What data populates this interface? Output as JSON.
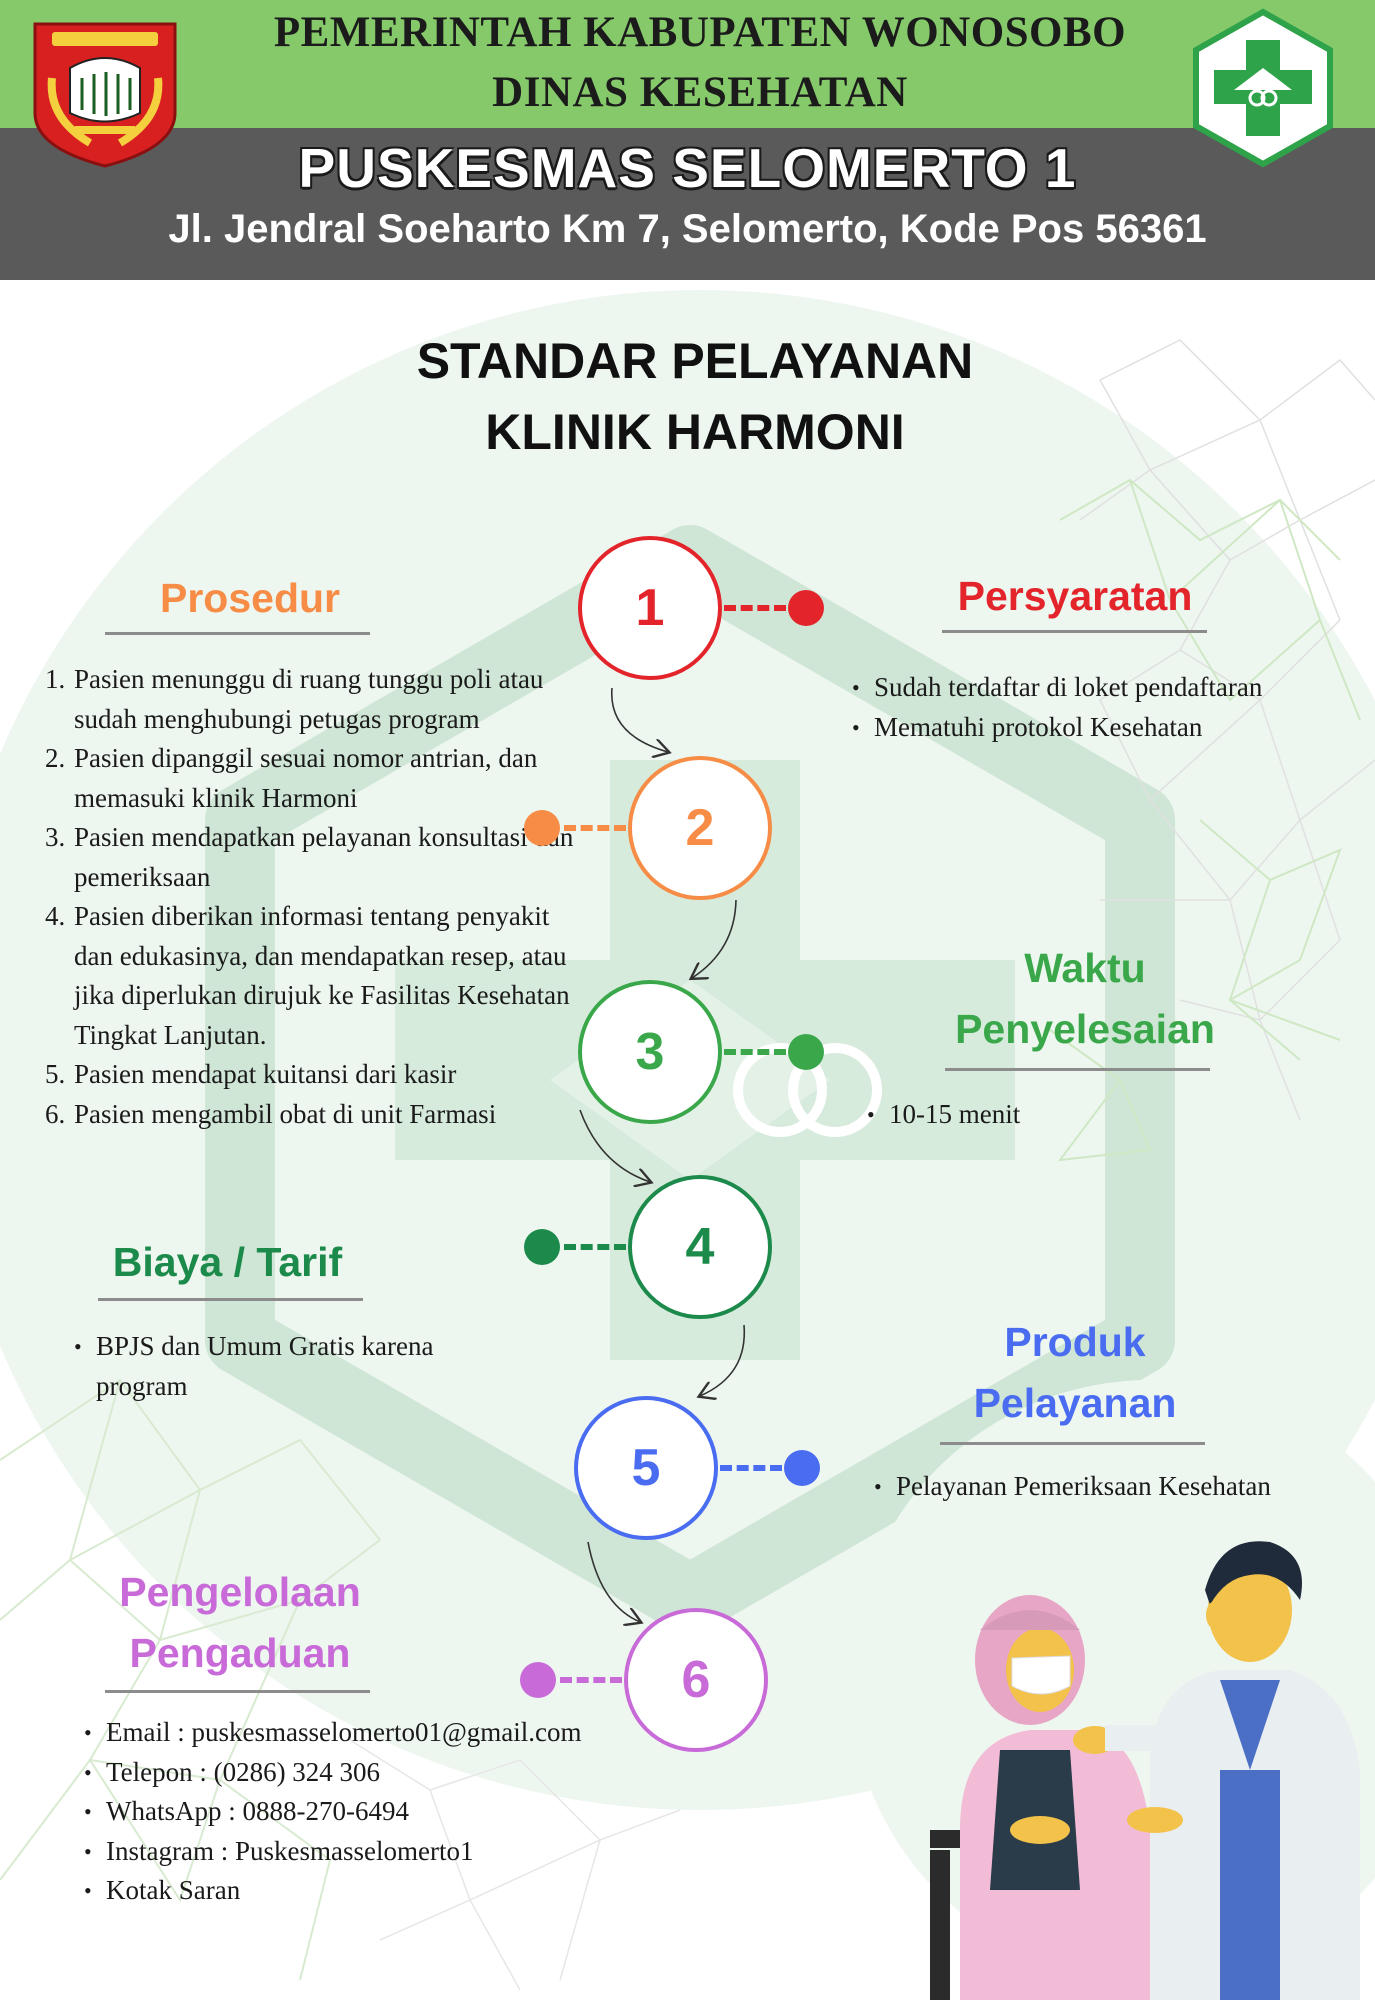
{
  "header": {
    "gov_line1": "PEMERINTAH KABUPATEN WONOSOBO",
    "gov_line2": "DINAS KESEHATAN",
    "puskesmas": "PUSKESMAS SELOMERTO 1",
    "address": "Jl. Jendral Soeharto Km 7, Selomerto, Kode Pos 56361",
    "colors": {
      "green_band": "#86c96a",
      "gray_band": "#5a5a5a"
    }
  },
  "title": {
    "line1": "STANDAR PELAYANAN",
    "line2": "KLINIK HARMONI"
  },
  "steps": [
    {
      "number": "1",
      "color": "#e3242b"
    },
    {
      "number": "2",
      "color": "#f68c45"
    },
    {
      "number": "3",
      "color": "#3aa84a"
    },
    {
      "number": "4",
      "color": "#1c8a4a"
    },
    {
      "number": "5",
      "color": "#4a6cf0"
    },
    {
      "number": "6",
      "color": "#c86ad8"
    }
  ],
  "prosedur": {
    "heading": "Prosedur",
    "items": [
      "Pasien menunggu di ruang tunggu poli atau sudah menghubungi petugas program",
      "Pasien dipanggil sesuai nomor antrian, dan memasuki klinik Harmoni",
      "Pasien mendapatkan pelayanan konsultasi dan pemeriksaan",
      "Pasien diberikan informasi tentang penyakit dan edukasinya, dan mendapatkan resep, atau jika diperlukan dirujuk ke Fasilitas Kesehatan Tingkat Lanjutan.",
      "Pasien mendapat kuitansi dari kasir",
      "Pasien mengambil obat di unit Farmasi"
    ]
  },
  "persyaratan": {
    "heading": "Persyaratan",
    "items": [
      "Sudah terdaftar di loket pendaftaran",
      "Mematuhi protokol Kesehatan"
    ]
  },
  "waktu": {
    "heading_line1": "Waktu",
    "heading_line2": "Penyelesaian",
    "items": [
      "10-15 menit"
    ]
  },
  "biaya": {
    "heading": "Biaya / Tarif",
    "items": [
      "BPJS dan Umum Gratis karena program"
    ]
  },
  "produk": {
    "heading_line1": "Produk",
    "heading_line2": "Pelayanan",
    "items": [
      "Pelayanan Pemeriksaan Kesehatan"
    ]
  },
  "pengaduan": {
    "heading_line1": "Pengelolaan",
    "heading_line2": "Pengaduan",
    "items": [
      "Email   : puskesmasselomerto01@gmail.com",
      "Telepon : (0286) 324 306",
      "WhatsApp : 0888-270-6494",
      "Instagram : Puskesmasselomerto1",
      "Kotak Saran"
    ]
  },
  "heading_colors": {
    "prosedur": "#f68c45",
    "persyaratan": "#e3242b",
    "waktu": "#3aa84a",
    "biaya": "#1c8a4a",
    "produk": "#4a6cf0",
    "pengaduan": "#c86ad8"
  }
}
